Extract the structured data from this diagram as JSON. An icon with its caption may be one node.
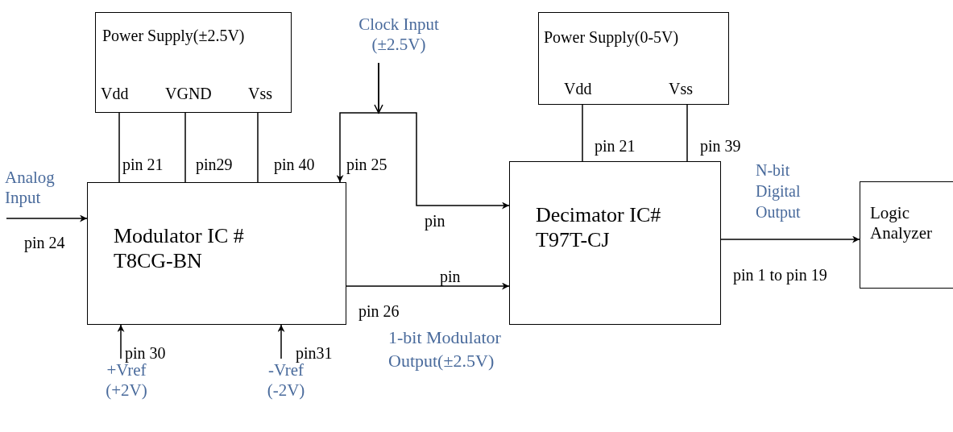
{
  "diagram": {
    "nodes": [
      {
        "text": [
          "Power Supply(±2.5V)",
          "Vdd",
          "VGND",
          "Vss"
        ]
      },
      {
        "text": [
          "Clock Input (±2.5V)"
        ]
      },
      {
        "text": [
          "Power Supply(0-5V)",
          "Vdd",
          "Vss"
        ]
      },
      {
        "text": [
          "Analog Input"
        ]
      },
      {
        "text": [
          "Modulator IC # T8CG-BN"
        ]
      },
      {
        "text": [
          "Decimator IC# T97T-CJ"
        ]
      },
      {
        "text": [
          "Logic Analyzer"
        ]
      },
      {
        "text": [
          "+Vref (+2V)"
        ]
      },
      {
        "text": [
          "-Vref (-2V)"
        ]
      }
    ],
    "edges": [
      {
        "from": 0,
        "to": 4,
        "arrow": "none"
      },
      {
        "from": 0,
        "to": 4,
        "arrow": "none"
      },
      {
        "from": 0,
        "to": 4,
        "arrow": "none"
      },
      {
        "from": 2,
        "to": 5,
        "arrow": "none"
      },
      {
        "from": 2,
        "to": 5,
        "arrow": "none"
      },
      {
        "from": 3,
        "to": 4,
        "arrow": "to"
      },
      {
        "from": 1,
        "to": 4,
        "arrow": "to"
      },
      {
        "from": 1,
        "to": 5,
        "arrow": "to"
      },
      {
        "from": 4,
        "to": 5,
        "arrow": "to",
        "label": "1-bit Modulator Output(±2.5V)"
      },
      {
        "from": 5,
        "to": 6,
        "arrow": "to",
        "label": "N-bit Digital Output"
      },
      {
        "from": 7,
        "to": 4,
        "arrow": "to"
      },
      {
        "from": 8,
        "to": 4,
        "arrow": "to"
      }
    ],
    "labels": [
      "pin 21",
      "pin29",
      "pin 40",
      "pin 25",
      "pin 24",
      "pin",
      "pin",
      "pin 26",
      "pin 30",
      "pin31",
      "pin 21",
      "pin 39",
      "pin 1 to pin 19"
    ]
  }
}
